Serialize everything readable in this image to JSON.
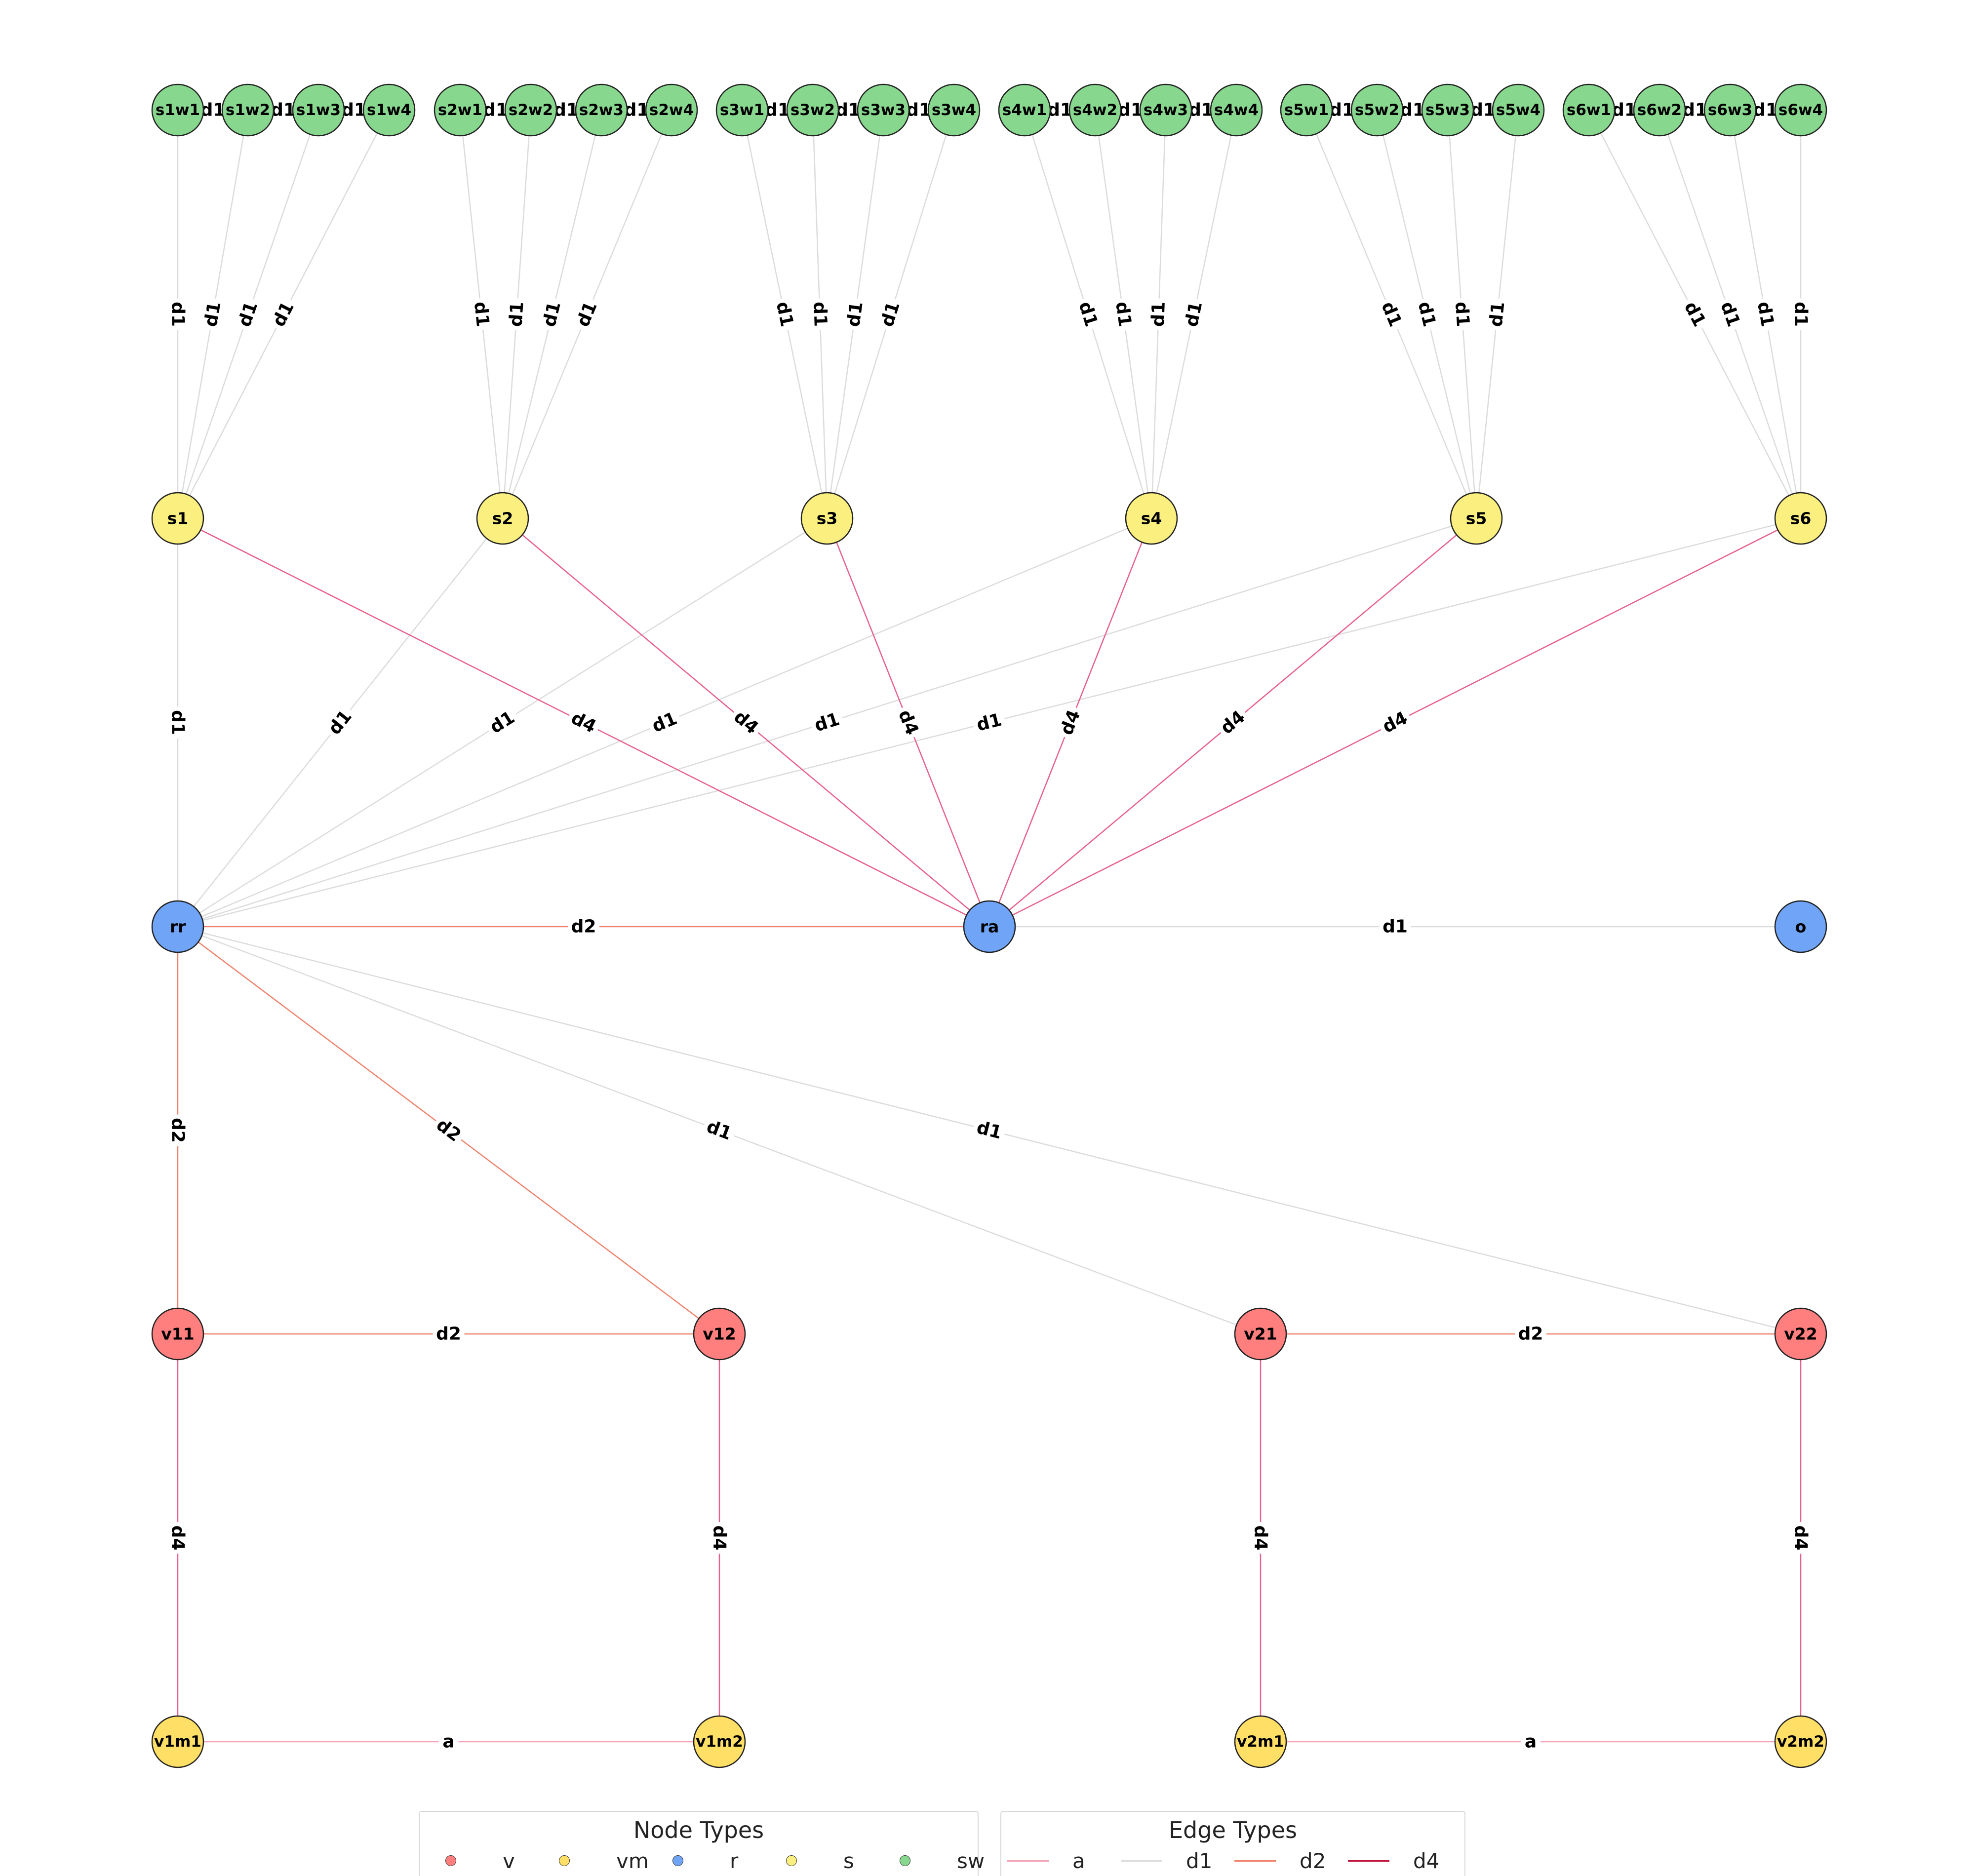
{
  "node_types": {
    "v": {
      "label": "v",
      "color": "#ff7f7f"
    },
    "vm": {
      "label": "vm",
      "color": "#ffdf66"
    },
    "r": {
      "label": "r",
      "color": "#6fa4f7"
    },
    "s": {
      "label": "s",
      "color": "#fbf07f"
    },
    "sw": {
      "label": "sw",
      "color": "#88d78e"
    }
  },
  "edge_types": {
    "a": {
      "label": "a",
      "color": "#f4a3b8"
    },
    "d1": {
      "label": "d1",
      "color": "#dcdcdc"
    },
    "d2": {
      "label": "d2",
      "color": "#f0826c"
    },
    "d4": {
      "label": "d4",
      "color": "#e8608a"
    }
  },
  "nodes": [
    {
      "id": "s1w1",
      "type": "sw"
    },
    {
      "id": "s1w2",
      "type": "sw"
    },
    {
      "id": "s1w3",
      "type": "sw"
    },
    {
      "id": "s1w4",
      "type": "sw"
    },
    {
      "id": "s2w1",
      "type": "sw"
    },
    {
      "id": "s2w2",
      "type": "sw"
    },
    {
      "id": "s2w3",
      "type": "sw"
    },
    {
      "id": "s2w4",
      "type": "sw"
    },
    {
      "id": "s3w1",
      "type": "sw"
    },
    {
      "id": "s3w2",
      "type": "sw"
    },
    {
      "id": "s3w3",
      "type": "sw"
    },
    {
      "id": "s3w4",
      "type": "sw"
    },
    {
      "id": "s4w1",
      "type": "sw"
    },
    {
      "id": "s4w2",
      "type": "sw"
    },
    {
      "id": "s4w3",
      "type": "sw"
    },
    {
      "id": "s4w4",
      "type": "sw"
    },
    {
      "id": "s5w1",
      "type": "sw"
    },
    {
      "id": "s5w2",
      "type": "sw"
    },
    {
      "id": "s5w3",
      "type": "sw"
    },
    {
      "id": "s5w4",
      "type": "sw"
    },
    {
      "id": "s6w1",
      "type": "sw"
    },
    {
      "id": "s6w2",
      "type": "sw"
    },
    {
      "id": "s6w3",
      "type": "sw"
    },
    {
      "id": "s6w4",
      "type": "sw"
    },
    {
      "id": "s1",
      "type": "s"
    },
    {
      "id": "s2",
      "type": "s"
    },
    {
      "id": "s3",
      "type": "s"
    },
    {
      "id": "s4",
      "type": "s"
    },
    {
      "id": "s5",
      "type": "s"
    },
    {
      "id": "s6",
      "type": "s"
    },
    {
      "id": "rr",
      "type": "r"
    },
    {
      "id": "ra",
      "type": "r"
    },
    {
      "id": "o",
      "type": "r"
    },
    {
      "id": "v11",
      "type": "v"
    },
    {
      "id": "v12",
      "type": "v"
    },
    {
      "id": "v21",
      "type": "v"
    },
    {
      "id": "v22",
      "type": "v"
    },
    {
      "id": "v1m1",
      "type": "vm"
    },
    {
      "id": "v1m2",
      "type": "vm"
    },
    {
      "id": "v2m1",
      "type": "vm"
    },
    {
      "id": "v2m2",
      "type": "vm"
    }
  ],
  "edges": [
    {
      "source": "s1w1",
      "target": "s1",
      "type": "d1",
      "label": "d1"
    },
    {
      "source": "s1w2",
      "target": "s1",
      "type": "d1",
      "label": "d1"
    },
    {
      "source": "s1w3",
      "target": "s1",
      "type": "d1",
      "label": "d1"
    },
    {
      "source": "s1w4",
      "target": "s1",
      "type": "d1",
      "label": "d1"
    },
    {
      "source": "s2w1",
      "target": "s2",
      "type": "d1",
      "label": "d1"
    },
    {
      "source": "s2w2",
      "target": "s2",
      "type": "d1",
      "label": "d1"
    },
    {
      "source": "s2w3",
      "target": "s2",
      "type": "d1",
      "label": "d1"
    },
    {
      "source": "s2w4",
      "target": "s2",
      "type": "d1",
      "label": "d1"
    },
    {
      "source": "s3w1",
      "target": "s3",
      "type": "d1",
      "label": "d1"
    },
    {
      "source": "s3w2",
      "target": "s3",
      "type": "d1",
      "label": "d1"
    },
    {
      "source": "s3w3",
      "target": "s3",
      "type": "d1",
      "label": "d1"
    },
    {
      "source": "s3w4",
      "target": "s3",
      "type": "d1",
      "label": "d1"
    },
    {
      "source": "s4w1",
      "target": "s4",
      "type": "d1",
      "label": "d1"
    },
    {
      "source": "s4w2",
      "target": "s4",
      "type": "d1",
      "label": "d1"
    },
    {
      "source": "s4w3",
      "target": "s4",
      "type": "d1",
      "label": "d1"
    },
    {
      "source": "s4w4",
      "target": "s4",
      "type": "d1",
      "label": "d1"
    },
    {
      "source": "s5w1",
      "target": "s5",
      "type": "d1",
      "label": "d1"
    },
    {
      "source": "s5w2",
      "target": "s5",
      "type": "d1",
      "label": "d1"
    },
    {
      "source": "s5w3",
      "target": "s5",
      "type": "d1",
      "label": "d1"
    },
    {
      "source": "s5w4",
      "target": "s5",
      "type": "d1",
      "label": "d1"
    },
    {
      "source": "s6w1",
      "target": "s6",
      "type": "d1",
      "label": "d1"
    },
    {
      "source": "s6w2",
      "target": "s6",
      "type": "d1",
      "label": "d1"
    },
    {
      "source": "s6w3",
      "target": "s6",
      "type": "d1",
      "label": "d1"
    },
    {
      "source": "s6w4",
      "target": "s6",
      "type": "d1",
      "label": "d1"
    },
    {
      "source": "s1w1",
      "target": "s1w2",
      "type": "d1",
      "label": "d1"
    },
    {
      "source": "s1w2",
      "target": "s1w3",
      "type": "d1",
      "label": "d1"
    },
    {
      "source": "s1w3",
      "target": "s1w4",
      "type": "d1",
      "label": "d1"
    },
    {
      "source": "s2w1",
      "target": "s2w2",
      "type": "d1",
      "label": "d1"
    },
    {
      "source": "s2w2",
      "target": "s2w3",
      "type": "d1",
      "label": "d1"
    },
    {
      "source": "s2w3",
      "target": "s2w4",
      "type": "d1",
      "label": "d1"
    },
    {
      "source": "s3w1",
      "target": "s3w2",
      "type": "d1",
      "label": "d1"
    },
    {
      "source": "s3w2",
      "target": "s3w3",
      "type": "d1",
      "label": "d1"
    },
    {
      "source": "s3w3",
      "target": "s3w4",
      "type": "d1",
      "label": "d1"
    },
    {
      "source": "s4w1",
      "target": "s4w2",
      "type": "d1",
      "label": "d1"
    },
    {
      "source": "s4w2",
      "target": "s4w3",
      "type": "d1",
      "label": "d1"
    },
    {
      "source": "s4w3",
      "target": "s4w4",
      "type": "d1",
      "label": "d1"
    },
    {
      "source": "s5w1",
      "target": "s5w2",
      "type": "d1",
      "label": "d1"
    },
    {
      "source": "s5w2",
      "target": "s5w3",
      "type": "d1",
      "label": "d1"
    },
    {
      "source": "s5w3",
      "target": "s5w4",
      "type": "d1",
      "label": "d1"
    },
    {
      "source": "s6w1",
      "target": "s6w2",
      "type": "d1",
      "label": "d1"
    },
    {
      "source": "s6w2",
      "target": "s6w3",
      "type": "d1",
      "label": "d1"
    },
    {
      "source": "s6w3",
      "target": "s6w4",
      "type": "d1",
      "label": "d1"
    },
    {
      "source": "s1",
      "target": "rr",
      "type": "d1",
      "label": "d1"
    },
    {
      "source": "s2",
      "target": "rr",
      "type": "d1",
      "label": "d1"
    },
    {
      "source": "s3",
      "target": "rr",
      "type": "d1",
      "label": "d1"
    },
    {
      "source": "s4",
      "target": "rr",
      "type": "d1",
      "label": "d1"
    },
    {
      "source": "s5",
      "target": "rr",
      "type": "d1",
      "label": "d1"
    },
    {
      "source": "s6",
      "target": "rr",
      "type": "d1",
      "label": "d1"
    },
    {
      "source": "s1",
      "target": "ra",
      "type": "d4",
      "label": "d4"
    },
    {
      "source": "s2",
      "target": "ra",
      "type": "d4",
      "label": "d4"
    },
    {
      "source": "s3",
      "target": "ra",
      "type": "d4",
      "label": "d4"
    },
    {
      "source": "s4",
      "target": "ra",
      "type": "d4",
      "label": "d4"
    },
    {
      "source": "s5",
      "target": "ra",
      "type": "d4",
      "label": "d4"
    },
    {
      "source": "s6",
      "target": "ra",
      "type": "d4",
      "label": "d4"
    },
    {
      "source": "rr",
      "target": "ra",
      "type": "d2",
      "label": "d2"
    },
    {
      "source": "ra",
      "target": "o",
      "type": "d1",
      "label": "d1"
    },
    {
      "source": "rr",
      "target": "v11",
      "type": "d2",
      "label": "d2"
    },
    {
      "source": "rr",
      "target": "v12",
      "type": "d2",
      "label": "d2"
    },
    {
      "source": "rr",
      "target": "v21",
      "type": "d1",
      "label": "d1"
    },
    {
      "source": "rr",
      "target": "v22",
      "type": "d1",
      "label": "d1"
    },
    {
      "source": "v11",
      "target": "v12",
      "type": "d2",
      "label": "d2"
    },
    {
      "source": "v21",
      "target": "v22",
      "type": "d2",
      "label": "d2"
    },
    {
      "source": "v11",
      "target": "v1m1",
      "type": "d4",
      "label": "d4"
    },
    {
      "source": "v12",
      "target": "v1m2",
      "type": "d4",
      "label": "d4"
    },
    {
      "source": "v21",
      "target": "v2m1",
      "type": "d4",
      "label": "d4"
    },
    {
      "source": "v22",
      "target": "v2m2",
      "type": "d4",
      "label": "d4"
    },
    {
      "source": "v1m1",
      "target": "v1m2",
      "type": "a",
      "label": "a"
    },
    {
      "source": "v2m1",
      "target": "v2m2",
      "type": "a",
      "label": "a"
    }
  ],
  "legend": {
    "node_title": "Node Types",
    "node_items": [
      "v",
      "vm",
      "r",
      "s",
      "sw"
    ],
    "edge_title": "Edge Types",
    "edge_items": [
      "a",
      "d1",
      "d2",
      "d4"
    ]
  }
}
